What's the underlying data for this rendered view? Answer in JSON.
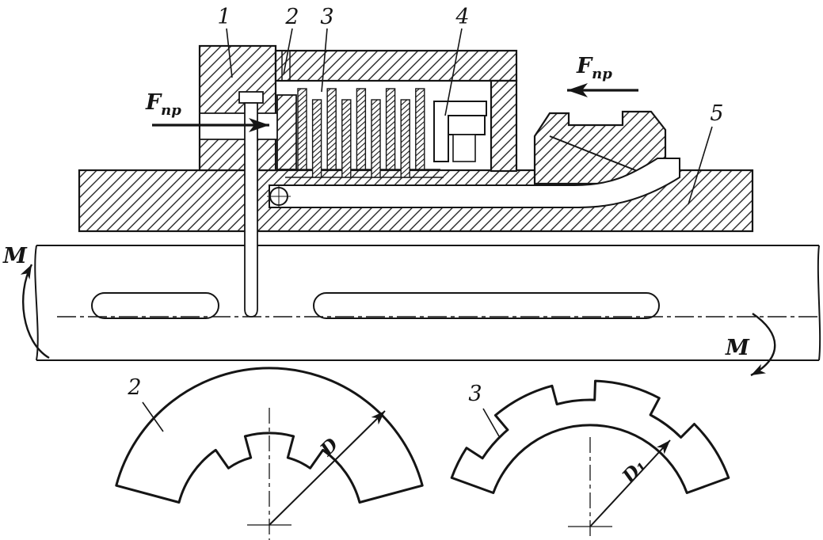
{
  "drawing": {
    "ink_color": "#151515",
    "paper_color": "#ffffff"
  },
  "callouts": {
    "c1": "1",
    "c2": "2",
    "c3": "3",
    "c4": "4",
    "c5": "5"
  },
  "forces": {
    "left": {
      "main": "F",
      "sub": "пр"
    },
    "right": {
      "main": "F",
      "sub": "пр"
    }
  },
  "moments": {
    "left": "M",
    "right": "M"
  },
  "sections": {
    "left_label": "2",
    "right_label": "3",
    "left_diameter": "D",
    "right_diameter": "D₁"
  }
}
